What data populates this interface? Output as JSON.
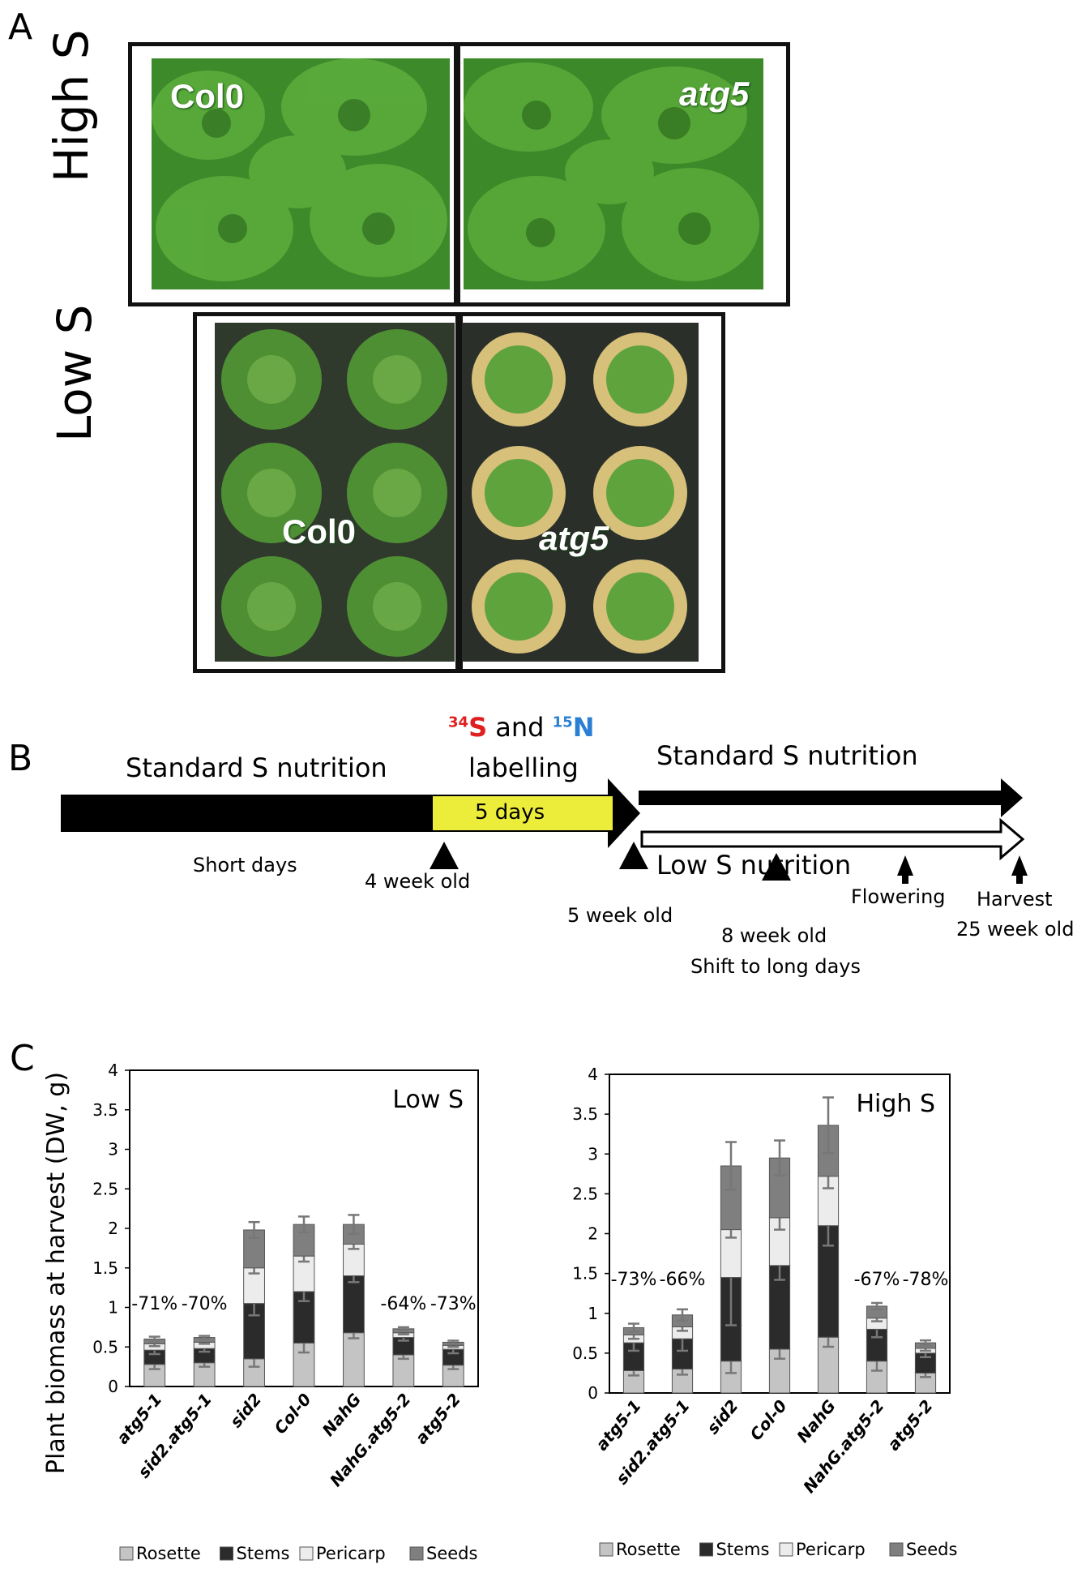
{
  "panel_a": {
    "letter": "A",
    "row_high": "High S",
    "row_low": "Low S",
    "high_left_label": "Col0",
    "high_right_label": "atg5",
    "low_left_label": "Col0",
    "low_right_label": "atg5"
  },
  "panel_b": {
    "letter": "B",
    "labelling_s": "34",
    "labelling_s_letter": "S",
    "labelling_and": " and ",
    "labelling_n": "15",
    "labelling_n_letter": "N",
    "labelling_word": "labelling",
    "standard_left": "Standard S nutrition",
    "standard_right": "Standard S nutrition",
    "low_s": "Low S nutrition",
    "five_days": "5 days",
    "short_days": "Short days",
    "week4": "4 week old",
    "week5": "5 week old",
    "week8": "8 week old",
    "shift": "Shift to long days",
    "flowering": "Flowering",
    "harvest": "Harvest",
    "week25": "25 week old",
    "colors": {
      "black": "#000000",
      "yellow": "#ecec3a",
      "s_red": "#e02020",
      "n_blue": "#2a7fd4"
    }
  },
  "panel_c": {
    "letter": "C",
    "y_axis_label": "Plant biomass at harvest  (DW, g)",
    "colors": {
      "Rosette": "#c4c4c4",
      "Stems": "#2b2b2b",
      "Pericarp": "#ececec",
      "Seeds": "#7f7f7f"
    }
  },
  "chart_data": [
    {
      "type": "bar",
      "stacked": true,
      "title": "Low S",
      "ylabel": "Plant biomass at harvest  (DW, g)",
      "ylim": [
        0,
        4
      ],
      "yticks": [
        "0",
        "0.5",
        "1",
        "1.5",
        "2",
        "2.5",
        "3",
        "3.5",
        "4"
      ],
      "categories": [
        "atg5-1",
        "sid2.atg5-1",
        "sid2",
        "Col-0",
        "NahG",
        "NahG.atg5-2",
        "atg5-2"
      ],
      "series": [
        {
          "name": "Rosette",
          "values": [
            0.28,
            0.3,
            0.35,
            0.55,
            0.68,
            0.4,
            0.27
          ],
          "errors": [
            0.06,
            0.05,
            0.1,
            0.12,
            0.07,
            0.05,
            0.05
          ]
        },
        {
          "name": "Stems",
          "values": [
            0.18,
            0.18,
            0.7,
            0.65,
            0.72,
            0.22,
            0.2
          ],
          "errors": [
            0.05,
            0.04,
            0.15,
            0.12,
            0.08,
            0.04,
            0.05
          ]
        },
        {
          "name": "Pericarp",
          "values": [
            0.08,
            0.08,
            0.45,
            0.45,
            0.4,
            0.06,
            0.05
          ],
          "errors": [
            0.03,
            0.02,
            0.07,
            0.07,
            0.06,
            0.02,
            0.02
          ]
        },
        {
          "name": "Seeds",
          "values": [
            0.06,
            0.06,
            0.48,
            0.4,
            0.25,
            0.05,
            0.04
          ],
          "errors": [
            0.03,
            0.02,
            0.1,
            0.1,
            0.12,
            0.02,
            0.02
          ]
        }
      ],
      "annotations": [
        "-71%",
        "-70%",
        "",
        "",
        "",
        "-64%",
        "-73%"
      ],
      "legend": [
        "Rosette",
        "Stems",
        "Pericarp",
        "Seeds"
      ],
      "legend_position": "bottom",
      "grid": false
    },
    {
      "type": "bar",
      "stacked": true,
      "title": "High S",
      "ylim": [
        0,
        4
      ],
      "yticks": [
        "0",
        "0.5",
        "1",
        "1.5",
        "2",
        "2.5",
        "3",
        "3.5",
        "4"
      ],
      "categories": [
        "atg5-1",
        "sid2.atg5-1",
        "sid2",
        "Col-0",
        "NahG",
        "NahG.atg5-2",
        "atg5-2"
      ],
      "series": [
        {
          "name": "Rosette",
          "values": [
            0.28,
            0.3,
            0.4,
            0.55,
            0.7,
            0.4,
            0.25
          ],
          "errors": [
            0.06,
            0.07,
            0.15,
            0.12,
            0.12,
            0.12,
            0.05
          ]
        },
        {
          "name": "Stems",
          "values": [
            0.35,
            0.38,
            1.05,
            1.05,
            1.4,
            0.4,
            0.25
          ],
          "errors": [
            0.1,
            0.15,
            0.6,
            0.18,
            0.25,
            0.1,
            0.05
          ]
        },
        {
          "name": "Pericarp",
          "values": [
            0.1,
            0.15,
            0.6,
            0.6,
            0.62,
            0.14,
            0.06
          ],
          "errors": [
            0.05,
            0.05,
            0.1,
            0.15,
            0.15,
            0.04,
            0.03
          ]
        },
        {
          "name": "Seeds",
          "values": [
            0.09,
            0.15,
            0.8,
            0.75,
            0.64,
            0.15,
            0.07
          ],
          "errors": [
            0.05,
            0.07,
            0.3,
            0.22,
            0.35,
            0.04,
            0.03
          ]
        }
      ],
      "annotations": [
        "-73%",
        "-66%",
        "",
        "",
        "",
        "-67%",
        "-78%"
      ],
      "legend": [
        "Rosette",
        "Stems",
        "Pericarp",
        "Seeds"
      ],
      "legend_position": "bottom",
      "grid": false
    }
  ]
}
